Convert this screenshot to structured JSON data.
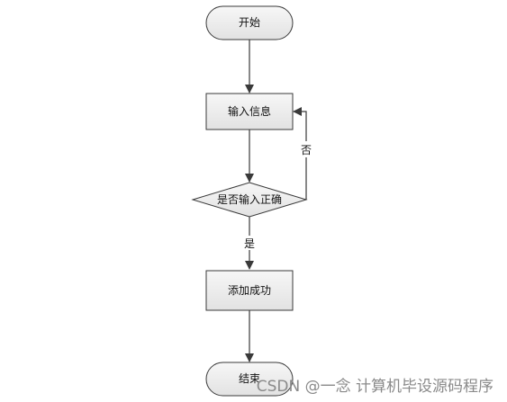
{
  "nodes": {
    "start": {
      "label": "开始"
    },
    "input": {
      "label": "输入信息"
    },
    "decision": {
      "label": "是否输入正确"
    },
    "add": {
      "label": "添加成功"
    },
    "end": {
      "label": "结束"
    }
  },
  "edges": {
    "no_label": "否",
    "yes_label": "是"
  },
  "watermark": {
    "text": "CSDN @一念 计算机毕设源码程序"
  },
  "colors": {
    "shape_fill": "#ebebeb",
    "shape_stroke": "#3a3a3a",
    "line": "#3a3a3a",
    "watermark": "#8a8a8a"
  }
}
